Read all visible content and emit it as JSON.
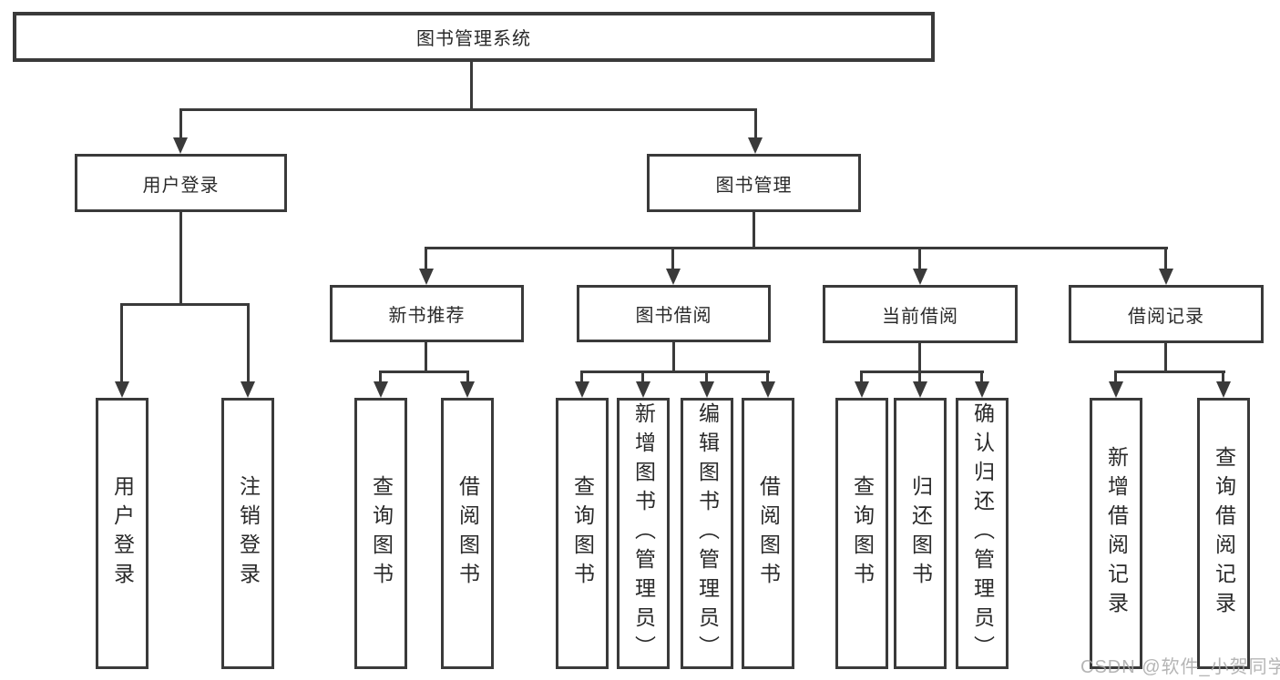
{
  "diagram_title": "图书管理系统",
  "colors": {
    "line": "#3a3a3a",
    "text": "#2a2a2a",
    "background": "#ffffff",
    "watermark": "#a8a8a8"
  },
  "root": {
    "label": "图书管理系统"
  },
  "branches": [
    {
      "label": "用户登录",
      "children": [
        {
          "label": "用户登录"
        },
        {
          "label": "注销登录"
        }
      ]
    },
    {
      "label": "图书管理",
      "children": [
        {
          "label": "新书推荐",
          "children": [
            {
              "label": "查询图书"
            },
            {
              "label": "借阅图书"
            }
          ]
        },
        {
          "label": "图书借阅",
          "children": [
            {
              "label": "查询图书"
            },
            {
              "label": "新增图书（管理员）"
            },
            {
              "label": "编辑图书（管理员）"
            },
            {
              "label": "借阅图书"
            }
          ]
        },
        {
          "label": "当前借阅",
          "children": [
            {
              "label": "查询图书"
            },
            {
              "label": "归还图书"
            },
            {
              "label": "确认归还（管理员）"
            }
          ]
        },
        {
          "label": "借阅记录",
          "children": [
            {
              "label": "新增借阅记录"
            },
            {
              "label": "查询借阅记录"
            }
          ]
        }
      ]
    }
  ],
  "watermark": "CSDN @软件_小贺同学"
}
